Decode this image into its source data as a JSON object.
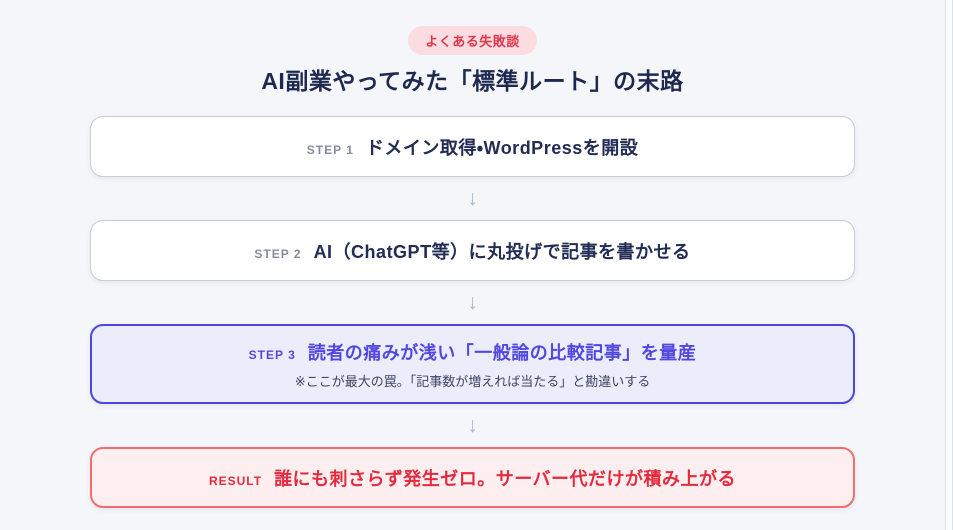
{
  "header": {
    "badge": "よくある失敗談",
    "title": "AI副業やってみた「標準ルート」の末路"
  },
  "flow": {
    "arrow_glyph": "↓",
    "steps": [
      {
        "label": "STEP 1",
        "text": "ドメイン取得・WordPressを開設",
        "variant": "default"
      },
      {
        "label": "STEP 2",
        "text": "AI（ChatGPT等）に丸投げで記事を書かせる",
        "variant": "default"
      },
      {
        "label": "STEP 3",
        "text": "読者の痛みが浅い「一般論の比較記事」を量産",
        "note": "※ここが最大の罠。「記事数が増えれば当たる」と勘違いする",
        "variant": "highlight"
      },
      {
        "label": "RESULT",
        "text": "誰にも刺さらず発生ゼロ。サーバー代だけが積み上がる",
        "variant": "danger"
      }
    ]
  },
  "colors": {
    "page_background": "#f5f6fa",
    "badge_background": "#fbdce0",
    "badge_text": "#e0364d",
    "title_text": "#1e2950",
    "card_border_default": "#c9cdd9",
    "card_text_default": "#222c55",
    "step_label_default": "#868ca0",
    "highlight_border": "#4c45e0",
    "highlight_background": "#ecedfb",
    "highlight_text": "#5148e0",
    "highlight_note_text": "#3d4463",
    "danger_border": "#f26d6d",
    "danger_background": "#fdeef0",
    "danger_text": "#e42b3d",
    "arrow_color": "#a8b5d2"
  }
}
